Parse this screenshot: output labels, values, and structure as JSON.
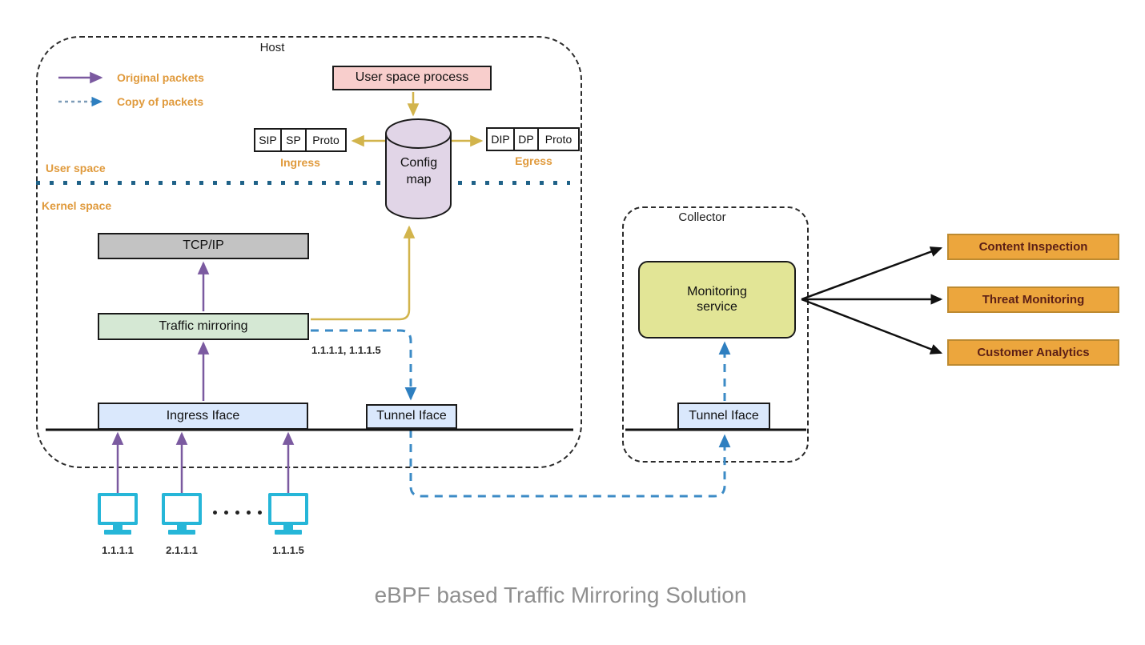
{
  "diagram_title": "eBPF based Traffic Mirroring Solution",
  "legend": {
    "original_packets": "Original packets",
    "copy_of_packets": "Copy of packets"
  },
  "host": {
    "label": "Host",
    "user_space": "User space",
    "kernel_space": "Kernel space",
    "user_space_process": "User space process",
    "config_map": "Config map",
    "ingress_map": {
      "cells": [
        "SIP",
        "SP",
        "Proto"
      ],
      "label": "Ingress"
    },
    "egress_map": {
      "cells": [
        "DIP",
        "DP",
        "Proto"
      ],
      "label": "Egress"
    },
    "tcp_ip": "TCP/IP",
    "traffic_mirroring": "Traffic mirroring",
    "ingress_iface": "Ingress Iface",
    "tunnel_iface": "Tunnel Iface",
    "mirrored_ips": "1.1.1.1, 1.1.1.5"
  },
  "clients": [
    {
      "ip": "1.1.1.1"
    },
    {
      "ip": "2.1.1.1"
    },
    {
      "ip": "1.1.1.5"
    }
  ],
  "collector": {
    "label": "Collector",
    "monitoring_service": "Monitoring service",
    "tunnel_iface": "Tunnel Iface"
  },
  "consumers": [
    {
      "label": "Content Inspection"
    },
    {
      "label": "Threat Monitoring"
    },
    {
      "label": "Customer Analytics"
    }
  ],
  "colors": {
    "original_packets_arrow": "#7b5aa0",
    "copy_packets_arrow": "#2e7fc0",
    "config_arrows": "#d2b44c",
    "label_orange": "#e09a3c",
    "user_space_process_fill": "#f8cecc",
    "config_map_fill": "#e1d5e7",
    "tcp_ip_fill": "#c3c3c3",
    "traffic_mirroring_fill": "#d5e8d4",
    "iface_fill": "#dae8fc",
    "monitoring_service_fill": "#e2e596",
    "consumer_fill": "#eca63d",
    "consumer_text": "#5c1f16",
    "client_icon": "#26b6d8",
    "kernel_user_separator": "#1f6288"
  }
}
